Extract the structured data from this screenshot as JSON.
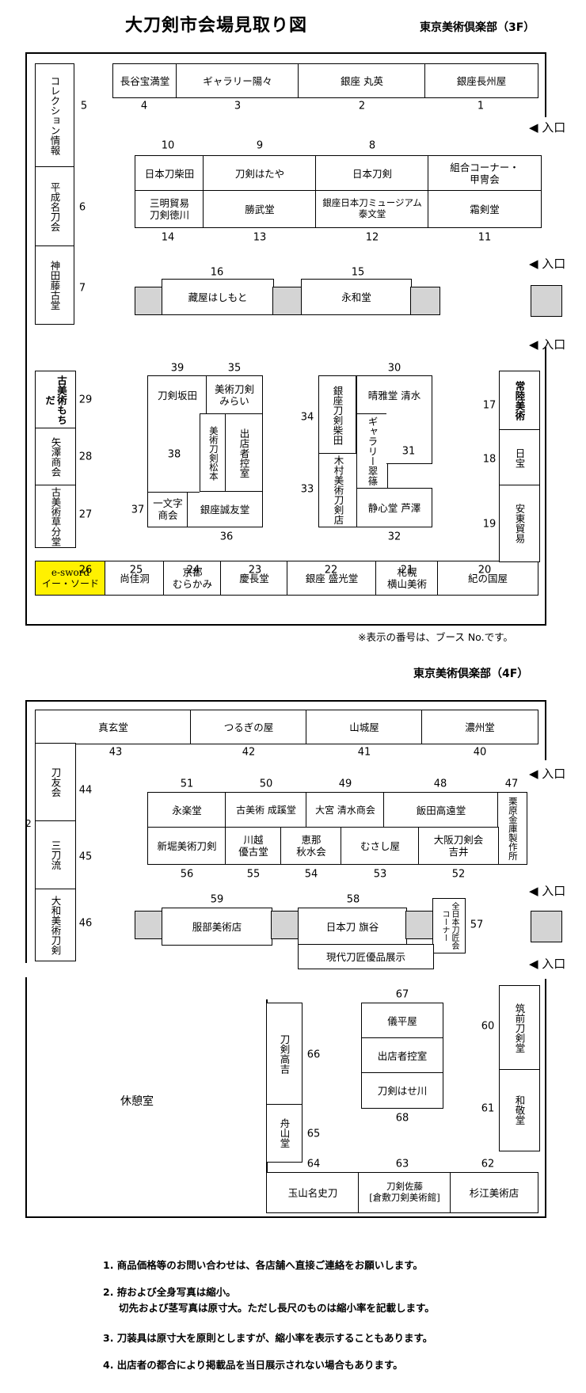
{
  "title": "大刀剣市会場見取り図",
  "floor3": {
    "label": "東京美術倶楽部（3F）",
    "booths": [
      {
        "id": "b3-hasegawa",
        "text": "長谷宝満堂"
      },
      {
        "id": "b3-yoyo",
        "text": "ギャラリー陽々"
      },
      {
        "id": "b3-maruei",
        "text": "銀座 丸英"
      },
      {
        "id": "b3-choshu",
        "text": "銀座長州屋"
      },
      {
        "id": "b3-collection",
        "text": "コレクション情報"
      },
      {
        "id": "b3-heisei",
        "text": "平成名刀会"
      },
      {
        "id": "b3-kanda",
        "text": "神田藤古堂"
      },
      {
        "id": "b3-shibata",
        "text": "日本刀柴田"
      },
      {
        "id": "b3-hataya",
        "text": "刀剣はたや"
      },
      {
        "id": "b3-nihonto",
        "text": "日本刀剣"
      },
      {
        "id": "b3-kumiai",
        "text": "組合コーナー・\n甲冑会"
      },
      {
        "id": "b3-sanmei",
        "text": "三明貿易\n刀剣徳川"
      },
      {
        "id": "b3-shobu",
        "text": "勝武堂"
      },
      {
        "id": "b3-museum",
        "text": "銀座日本刀ミュージアム\n泰文堂"
      },
      {
        "id": "b3-soken",
        "text": "霜剣堂"
      },
      {
        "id": "b3-kuraya",
        "text": "藏屋はしもと"
      },
      {
        "id": "b3-eiwa",
        "text": "永和堂"
      },
      {
        "id": "b3-furu-mochida",
        "text": "古美術もちだ"
      },
      {
        "id": "b3-yazawa",
        "text": "矢澤商会"
      },
      {
        "id": "b3-kusawake",
        "text": "古美術草分堂"
      },
      {
        "id": "b3-esword",
        "text": "e-sword\nイー・ソード"
      },
      {
        "id": "b3-shokado",
        "text": "尚佳洞"
      },
      {
        "id": "b3-kyoto",
        "text": "京都\nむらかみ"
      },
      {
        "id": "b3-keicho",
        "text": "慶長堂"
      },
      {
        "id": "b3-seiko",
        "text": "銀座 盛光堂"
      },
      {
        "id": "b3-sapporo",
        "text": "札幌\n横山美術"
      },
      {
        "id": "b3-kinokuniya",
        "text": "紀の国屋"
      },
      {
        "id": "b3-hitachi",
        "text": "常陸美術"
      },
      {
        "id": "b3-nippo",
        "text": "日宝"
      },
      {
        "id": "b3-anto",
        "text": "安東貿易"
      },
      {
        "id": "b3-sakata",
        "text": "刀剣坂田"
      },
      {
        "id": "b3-mirai",
        "text": "美術刀剣\nみらい"
      },
      {
        "id": "b3-matsumoto",
        "text": "美術刀剣松本"
      },
      {
        "id": "b3-hikae",
        "text": "出店者控室"
      },
      {
        "id": "b3-ichimonji",
        "text": "一文字\n商会"
      },
      {
        "id": "b3-seiyu",
        "text": "銀座誠友堂"
      },
      {
        "id": "b3-ginza-shibata",
        "text": "銀座刀剣柴田"
      },
      {
        "id": "b3-kimura",
        "text": "木村美術刀剣店"
      },
      {
        "id": "b3-seigado",
        "text": "晴雅堂 清水"
      },
      {
        "id": "b3-suishin",
        "text": "ギャラリー翠篠"
      },
      {
        "id": "b3-seishin",
        "text": "静心堂 芦澤"
      }
    ],
    "numbers": [
      "1",
      "2",
      "3",
      "4",
      "5",
      "6",
      "7",
      "8",
      "9",
      "10",
      "11",
      "12",
      "13",
      "14",
      "15",
      "16",
      "17",
      "18",
      "19",
      "20",
      "21",
      "22",
      "23",
      "24",
      "25",
      "26",
      "27",
      "28",
      "29",
      "30",
      "31",
      "32",
      "33",
      "34",
      "35",
      "36",
      "37",
      "38",
      "39"
    ],
    "entrance": "◀ 入口",
    "note": "※表示の番号は、ブース No.です。"
  },
  "floor4": {
    "label": "東京美術倶楽部（4F）",
    "booths": [
      {
        "id": "b4-shingen",
        "text": "真玄堂"
      },
      {
        "id": "b4-tsurugi",
        "text": "つるぎの屋"
      },
      {
        "id": "b4-yamashiro",
        "text": "山城屋"
      },
      {
        "id": "b4-noshu",
        "text": "濃州堂"
      },
      {
        "id": "b4-toyu",
        "text": "刀友会"
      },
      {
        "id": "b4-santo",
        "text": "三刀流"
      },
      {
        "id": "b4-yamato",
        "text": "大和美術刀剣"
      },
      {
        "id": "b4-eiraku",
        "text": "永楽堂"
      },
      {
        "id": "b4-seisai",
        "text": "古美術 成蹊堂"
      },
      {
        "id": "b4-omiya",
        "text": "大宮 清水商会"
      },
      {
        "id": "b4-iida",
        "text": "飯田高遠堂"
      },
      {
        "id": "b4-kurihara",
        "text": "栗原金庫製作所"
      },
      {
        "id": "b4-shinbori",
        "text": "新堀美術刀剣"
      },
      {
        "id": "b4-kawagoe",
        "text": "川越\n優古堂"
      },
      {
        "id": "b4-ena",
        "text": "恵那\n秋水会"
      },
      {
        "id": "b4-musashi",
        "text": "むさし屋"
      },
      {
        "id": "b4-osaka",
        "text": "大阪刀剣会\n吉井"
      },
      {
        "id": "b4-hattori",
        "text": "服部美術店"
      },
      {
        "id": "b4-hatagaya",
        "text": "日本刀 旗谷"
      },
      {
        "id": "b4-zennihon",
        "text": "全日本刀匠会コーナー"
      },
      {
        "id": "b4-gendai",
        "text": "現代刀匠優品展示"
      },
      {
        "id": "b4-giheiya",
        "text": "儀平屋"
      },
      {
        "id": "b4-hikae",
        "text": "出店者控室"
      },
      {
        "id": "b4-hasegawa",
        "text": "刀剣はせ川"
      },
      {
        "id": "b4-takayoshi",
        "text": "刀剣高吉"
      },
      {
        "id": "b4-shuzan",
        "text": "舟山堂"
      },
      {
        "id": "b4-gyokuzan",
        "text": "玉山名史刀"
      },
      {
        "id": "b4-sato",
        "text": "刀剣佐藤\n[倉敷刀剣美術館]"
      },
      {
        "id": "b4-sugie",
        "text": "杉江美術店"
      },
      {
        "id": "b4-chikuzen",
        "text": "筑前刀剣堂"
      },
      {
        "id": "b4-wakei",
        "text": "和敬堂"
      }
    ],
    "numbers": [
      "40",
      "41",
      "42",
      "43",
      "44",
      "45",
      "46",
      "47",
      "48",
      "49",
      "50",
      "51",
      "52",
      "53",
      "54",
      "55",
      "56",
      "57",
      "58",
      "59",
      "60",
      "61",
      "62",
      "63",
      "64",
      "65",
      "66",
      "67",
      "68"
    ],
    "lounge": "休憩室",
    "entrance": "◀ 入口",
    "edge_mark": "2"
  },
  "footnotes": [
    "1. 商品価格等のお問い合わせは、各店舗へ直接ご連絡をお願いします。",
    "2. 拵および全身写真は縮小。",
    "切先および茎写真は原寸大。ただし長尺のものは縮小率を記載します。",
    "3. 刀装具は原寸大を原則としますが、縮小率を表示することもあります。",
    "4. 出店者の都合により掲載品を当日展示されない場合もあります。"
  ]
}
